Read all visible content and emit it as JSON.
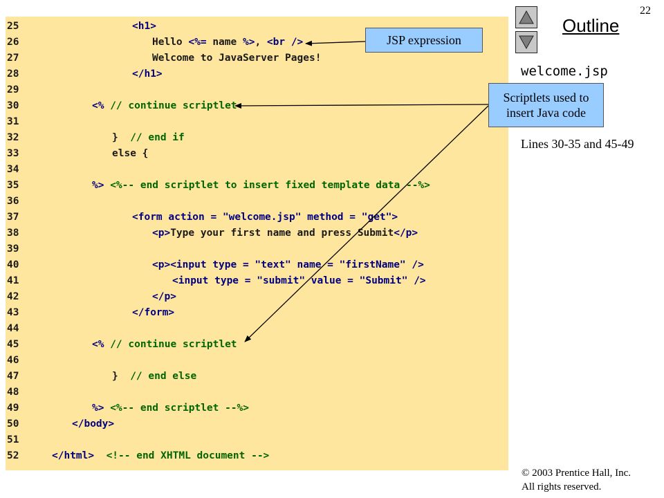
{
  "page_number": "22",
  "outline": {
    "title": "Outline",
    "file_name": "welcome.jsp",
    "lines_note": "Lines 30-35 and 45-49"
  },
  "nav": {
    "up_icon": "triangle-up-icon",
    "down_icon": "triangle-down-icon"
  },
  "callouts": {
    "jsp_expression": "JSP expression",
    "scriptlets_line1": "Scriptlets used to",
    "scriptlets_line2": "insert Java code"
  },
  "copyright": {
    "line1": "© 2003 Prentice Hall, Inc.",
    "line2": "All rights reserved."
  },
  "code": {
    "lines": [
      {
        "num": "25",
        "indent": 5,
        "tokens": [
          {
            "t": "<h1>",
            "c": "m"
          }
        ]
      },
      {
        "num": "26",
        "indent": 6,
        "tokens": [
          {
            "t": "Hello ",
            "c": "n"
          },
          {
            "t": "<%= ",
            "c": "m"
          },
          {
            "t": "name",
            "c": "n"
          },
          {
            "t": " %>",
            "c": "m"
          },
          {
            "t": ", ",
            "c": "n"
          },
          {
            "t": "<br />",
            "c": "m"
          }
        ]
      },
      {
        "num": "27",
        "indent": 6,
        "tokens": [
          {
            "t": "Welcome to JavaServer Pages!",
            "c": "n"
          }
        ]
      },
      {
        "num": "28",
        "indent": 5,
        "tokens": [
          {
            "t": "</h1>",
            "c": "m"
          }
        ]
      },
      {
        "num": "29",
        "indent": 0,
        "tokens": []
      },
      {
        "num": "30",
        "indent": 3,
        "tokens": [
          {
            "t": "<% ",
            "c": "m"
          },
          {
            "t": "// continue scriptlet",
            "c": "c"
          }
        ]
      },
      {
        "num": "31",
        "indent": 0,
        "tokens": []
      },
      {
        "num": "32",
        "indent": 4,
        "tokens": [
          {
            "t": "}  ",
            "c": "n"
          },
          {
            "t": "// end if",
            "c": "c"
          }
        ]
      },
      {
        "num": "33",
        "indent": 4,
        "tokens": [
          {
            "t": "else {",
            "c": "n"
          }
        ]
      },
      {
        "num": "34",
        "indent": 0,
        "tokens": []
      },
      {
        "num": "35",
        "indent": 3,
        "tokens": [
          {
            "t": "%> ",
            "c": "m"
          },
          {
            "t": "<%-- end scriptlet to insert fixed template data --%>",
            "c": "c"
          }
        ]
      },
      {
        "num": "36",
        "indent": 0,
        "tokens": []
      },
      {
        "num": "37",
        "indent": 5,
        "tokens": [
          {
            "t": "<form action = \"welcome.jsp\" method = \"get\">",
            "c": "m"
          }
        ]
      },
      {
        "num": "38",
        "indent": 6,
        "tokens": [
          {
            "t": "<p>",
            "c": "m"
          },
          {
            "t": "Type your first name and press Submit",
            "c": "n"
          },
          {
            "t": "</p>",
            "c": "m"
          }
        ]
      },
      {
        "num": "39",
        "indent": 0,
        "tokens": []
      },
      {
        "num": "40",
        "indent": 6,
        "tokens": [
          {
            "t": "<p><input type = \"text\" name = \"firstName\" />",
            "c": "m"
          }
        ]
      },
      {
        "num": "41",
        "indent": 7,
        "tokens": [
          {
            "t": "<input type = \"submit\" value = \"Submit\" />",
            "c": "m"
          }
        ]
      },
      {
        "num": "42",
        "indent": 6,
        "tokens": [
          {
            "t": "</p>",
            "c": "m"
          }
        ]
      },
      {
        "num": "43",
        "indent": 5,
        "tokens": [
          {
            "t": "</form>",
            "c": "m"
          }
        ]
      },
      {
        "num": "44",
        "indent": 0,
        "tokens": []
      },
      {
        "num": "45",
        "indent": 3,
        "tokens": [
          {
            "t": "<% ",
            "c": "m"
          },
          {
            "t": "// continue scriptlet",
            "c": "c"
          }
        ]
      },
      {
        "num": "46",
        "indent": 0,
        "tokens": []
      },
      {
        "num": "47",
        "indent": 4,
        "tokens": [
          {
            "t": "}  ",
            "c": "n"
          },
          {
            "t": "// end else",
            "c": "c"
          }
        ]
      },
      {
        "num": "48",
        "indent": 0,
        "tokens": []
      },
      {
        "num": "49",
        "indent": 3,
        "tokens": [
          {
            "t": "%> ",
            "c": "m"
          },
          {
            "t": "<%-- end scriptlet --%>",
            "c": "c"
          }
        ]
      },
      {
        "num": "50",
        "indent": 2,
        "tokens": [
          {
            "t": "</body>",
            "c": "m"
          }
        ]
      },
      {
        "num": "51",
        "indent": 0,
        "tokens": []
      },
      {
        "num": "52",
        "indent": 1,
        "tokens": [
          {
            "t": "</html>",
            "c": "m"
          },
          {
            "t": "  ",
            "c": "n"
          },
          {
            "t": "<!-- end XHTML document -->",
            "c": "c"
          }
        ]
      }
    ]
  }
}
